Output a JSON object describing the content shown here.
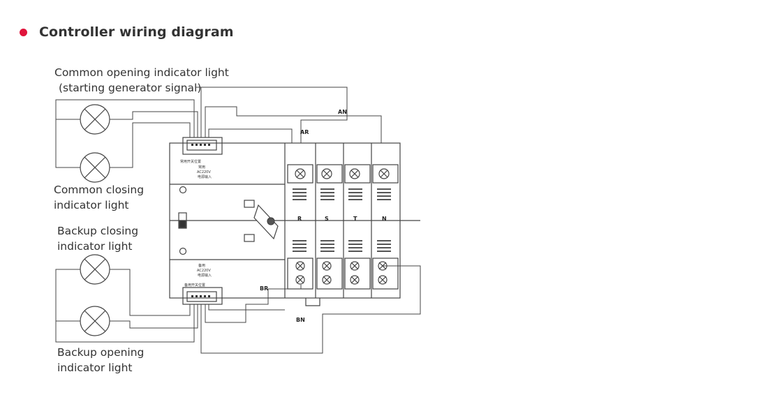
{
  "section": {
    "bullet_color": "#e0143c",
    "title": "Controller wiring diagram"
  },
  "labels": {
    "common_opening_line1": "Common opening indicator light",
    "common_opening_line2": "(starting generator signal)",
    "common_closing_line1": "Common closing",
    "common_closing_line2": "indicator light",
    "backup_closing_line1": "Backup closing",
    "backup_closing_line2": "indicator light",
    "backup_opening_line1": "Backup opening",
    "backup_opening_line2": "indicator light"
  },
  "diagram": {
    "wire_tag_an": "AN",
    "wire_tag_ar": "AR",
    "wire_tag_br": "BR",
    "wire_tag_bn": "BN",
    "pole_r": "R",
    "pole_s": "S",
    "pole_t": "T",
    "pole_n": "N",
    "upper_module_text1": "常用开关位置",
    "upper_module_text2": "常用",
    "upper_module_text3": "AC220V",
    "upper_module_text4": "电源输入",
    "lower_module_text1": "备用",
    "lower_module_text2": "AC220V",
    "lower_module_text3": "电源输入",
    "lower_module_text4": "备用开关位置"
  }
}
